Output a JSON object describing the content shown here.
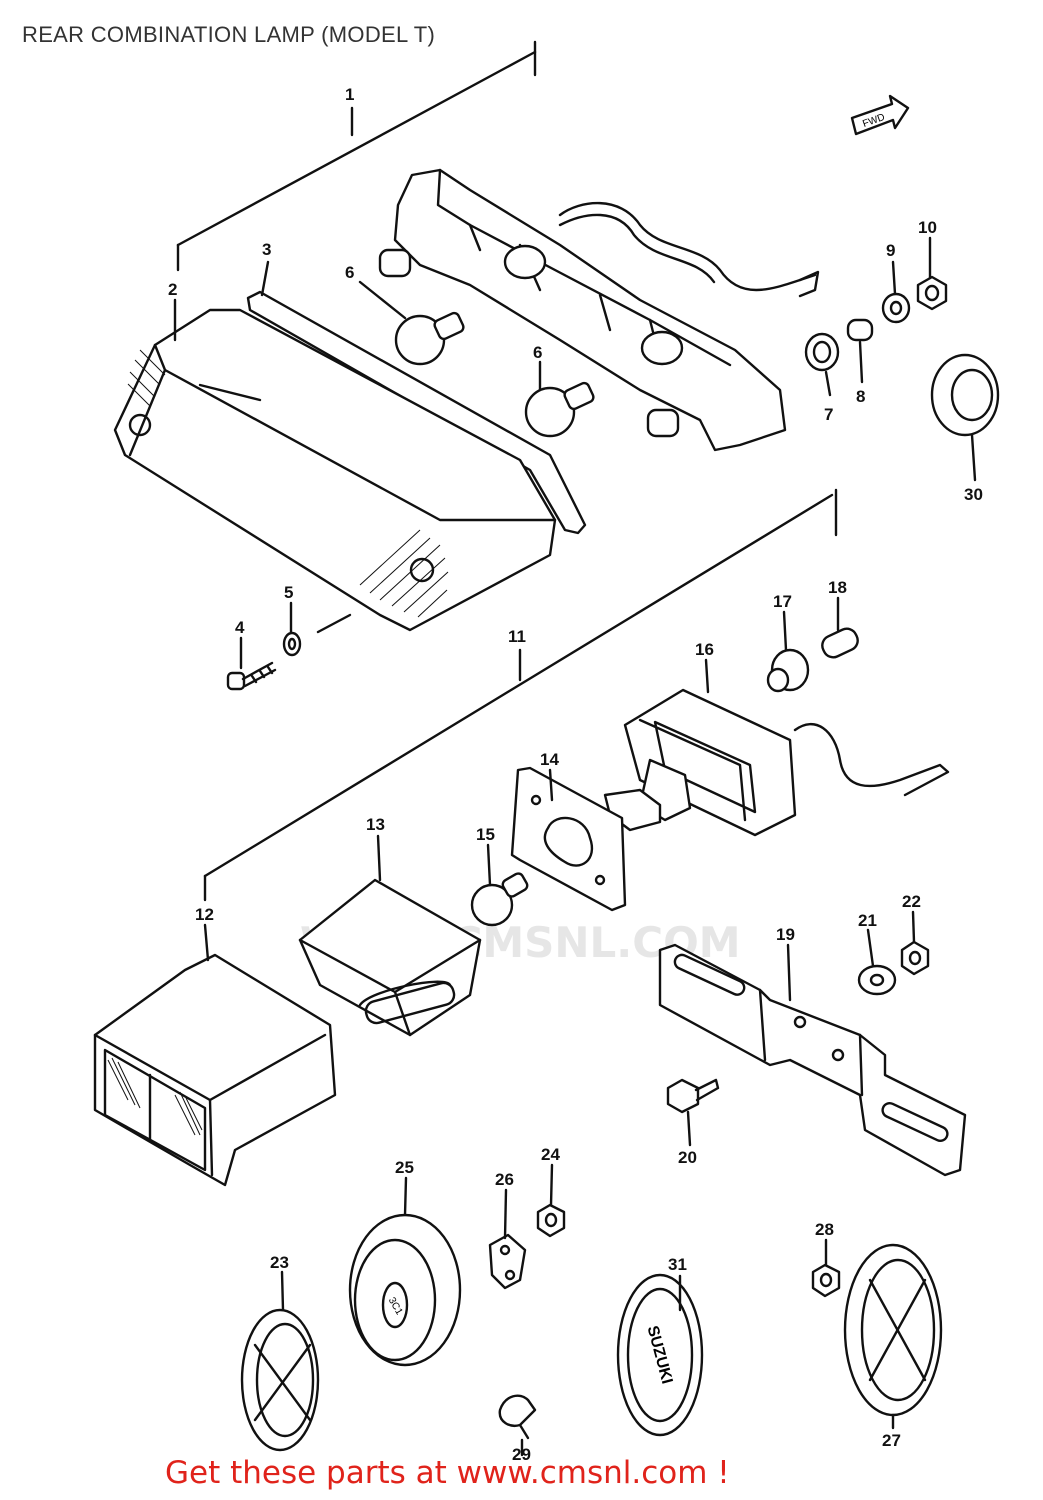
{
  "page": {
    "title": "REAR COMBINATION LAMP (MODEL T)",
    "footer": "Get these parts at www.cmsnl.com !",
    "watermark": "WWW.CMSNL.COM"
  },
  "callouts": [
    "1",
    "2",
    "3",
    "4",
    "5",
    "6",
    "6",
    "7",
    "8",
    "9",
    "10",
    "11",
    "12",
    "13",
    "14",
    "15",
    "16",
    "17",
    "18",
    "19",
    "20",
    "21",
    "22",
    "23",
    "24",
    "25",
    "26",
    "27",
    "28",
    "29",
    "30",
    "31"
  ],
  "markings": {
    "forward_arrow": "FWD",
    "lens_badge": "SUZUKI",
    "cap_badge": "3C1"
  },
  "colors": {
    "footer_text": "#e0231b",
    "line_art": "#111111",
    "watermark": "#e6e6e6"
  }
}
